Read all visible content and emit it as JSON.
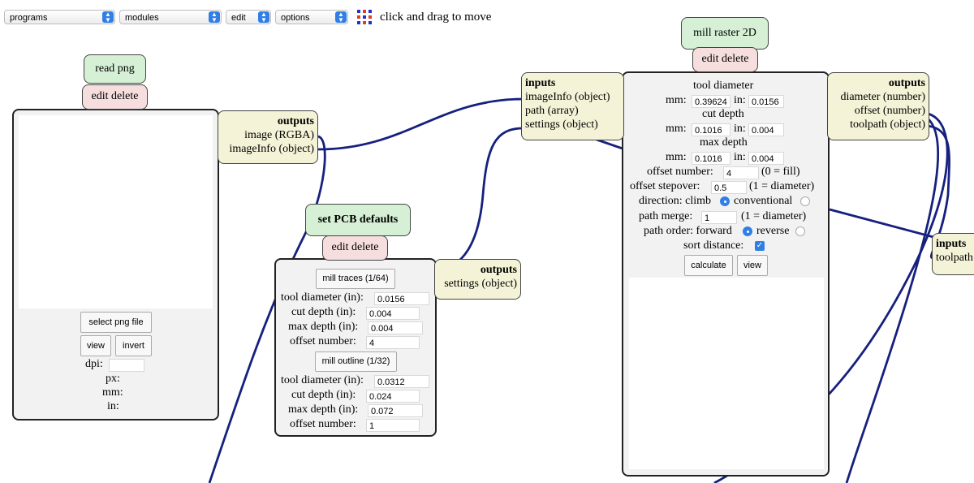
{
  "menu": {
    "programs": "programs",
    "modules": "modules",
    "edit": "edit",
    "options": "options",
    "hint": "click and drag to move"
  },
  "read_png": {
    "title": "read png",
    "edit_delete": "edit delete",
    "outputs": {
      "header": "outputs",
      "items": [
        "image (RGBA)",
        "imageInfo (object)"
      ]
    },
    "select_btn": "select png file",
    "view_btn": "view",
    "invert_btn": "invert",
    "dpi_label": "dpi:",
    "dpi_value": "",
    "px_label": "px:",
    "mm_label": "mm:",
    "in_label": "in:"
  },
  "pcb": {
    "title": "set PCB defaults",
    "edit_delete": "edit delete",
    "outputs": {
      "header": "outputs",
      "items": [
        "settings (object)"
      ]
    },
    "traces_btn": "mill traces (1/64)",
    "outline_btn": "mill outline (1/32)",
    "traces": [
      {
        "label": "tool diameter (in):",
        "value": "0.0156"
      },
      {
        "label": "cut depth (in):",
        "value": "0.004"
      },
      {
        "label": "max depth (in):",
        "value": "0.004"
      },
      {
        "label": "offset number:",
        "value": "4"
      }
    ],
    "outline": [
      {
        "label": "tool diameter (in):",
        "value": "0.0312"
      },
      {
        "label": "cut depth (in):",
        "value": "0.024"
      },
      {
        "label": "max depth (in):",
        "value": "0.072"
      },
      {
        "label": "offset number:",
        "value": "1"
      }
    ]
  },
  "mill": {
    "title": "mill raster 2D",
    "edit_delete": "edit delete",
    "inputs": {
      "header": "inputs",
      "items": [
        "imageInfo (object)",
        "path (array)",
        "settings (object)"
      ]
    },
    "outputs": {
      "header": "outputs",
      "items": [
        "diameter (number)",
        "offset (number)",
        "toolpath (object)"
      ]
    },
    "tool_diameter": {
      "heading": "tool diameter",
      "mm": "0.39624",
      "in": "0.0156"
    },
    "cut_depth": {
      "heading": "cut depth",
      "mm": "0.1016",
      "in": "0.004"
    },
    "max_depth": {
      "heading": "max depth",
      "mm": "0.1016",
      "in": "0.004"
    },
    "mm_label": "mm:",
    "in_label": "in:",
    "offset_number": {
      "label": "offset number:",
      "value": "4",
      "note": "(0 = fill)"
    },
    "offset_stepover": {
      "label": "offset stepover:",
      "value": "0.5",
      "note": "(1 = diameter)"
    },
    "direction": {
      "label": "direction: climb",
      "alt": "conventional",
      "climb_selected": true
    },
    "path_merge": {
      "label": "path merge:",
      "value": "1",
      "note": "(1 = diameter)"
    },
    "path_order": {
      "label": "path order: forward",
      "alt": "reverse",
      "forward_selected": true
    },
    "sort_distance": {
      "label": "sort distance:",
      "checked": true
    },
    "calculate_btn": "calculate",
    "view_btn": "view"
  },
  "next_module": {
    "inputs": {
      "header": "inputs",
      "items": [
        "toolpath"
      ]
    }
  },
  "colors": {
    "wire": "#16207e",
    "title_bg": "#d5f0d5",
    "edit_bg": "#f6dede",
    "io_bg": "#f4f3d7",
    "panel_bg": "#f2f2f2",
    "accent": "#2f7fe6"
  }
}
